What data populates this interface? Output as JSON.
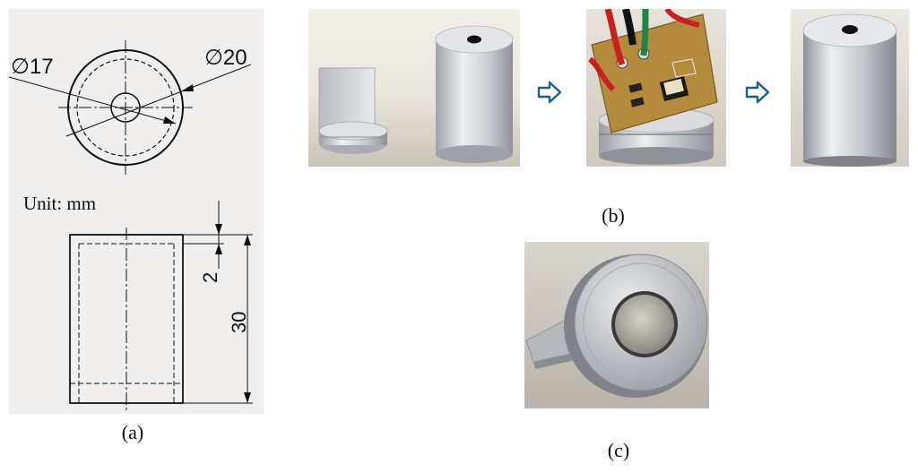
{
  "captions": {
    "a": "(a)",
    "b": "(b)",
    "c": "(c)"
  },
  "drawing": {
    "dia_inner": "∅17",
    "dia_outer": "∅20",
    "unit": "Unit: mm",
    "dim_wall": "2",
    "dim_height": "30"
  },
  "colors": {
    "drawing_bg": "#f0efee",
    "arrow": "#1f5f8b",
    "aluminum_light": "#e4e5e8",
    "aluminum_dark": "#8f9298",
    "pcb": "#b48a3c"
  },
  "icons": {
    "step_arrow": "right-arrow-outline-icon"
  }
}
